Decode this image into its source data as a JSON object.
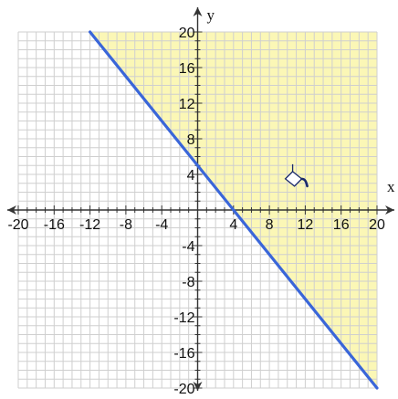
{
  "chart_data": {
    "type": "line",
    "title": "",
    "xlabel": "x",
    "ylabel": "y",
    "xlim": [
      -20,
      20
    ],
    "ylim": [
      -20,
      20
    ],
    "grid": true,
    "grid_step": 1,
    "major_tick_step": 4,
    "x_tick_labels": [
      "-20",
      "-16",
      "-12",
      "-8",
      "-4",
      "4",
      "8",
      "12",
      "16",
      "20"
    ],
    "y_tick_labels": [
      "20",
      "16",
      "12",
      "8",
      "4",
      "-4",
      "-8",
      "-12",
      "-16",
      "-20"
    ],
    "series": [
      {
        "x": [
          -12,
          20
        ],
        "y": [
          20,
          -20
        ]
      }
    ],
    "shaded_region": {
      "side": "above-right",
      "boundary": [
        [
          -12,
          20
        ],
        [
          20,
          -20
        ]
      ]
    },
    "colors": {
      "line": "#3a66d9",
      "fill": "#fbf7b6",
      "grid": "#cfcfcf",
      "axes": "#333333",
      "icon": "#1a2a6c"
    },
    "annotations": [
      {
        "type": "icon",
        "name": "paint-bucket-icon",
        "x": 11,
        "y": 3.5
      }
    ]
  }
}
